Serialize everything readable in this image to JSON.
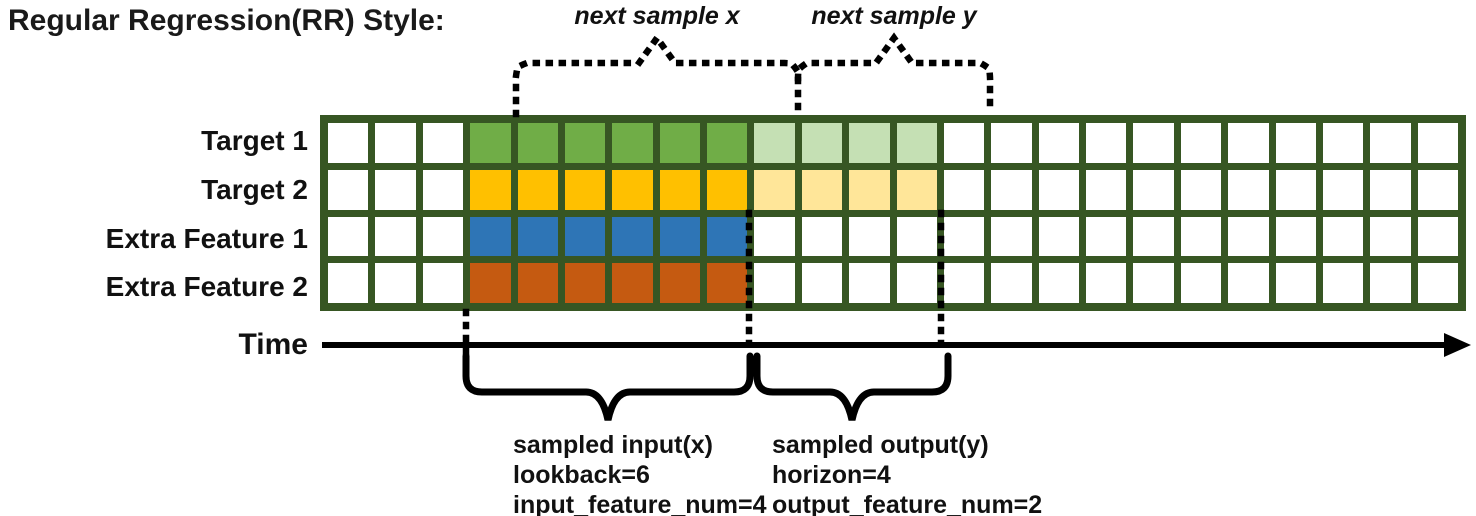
{
  "title": "Regular Regression(RR) Style:",
  "annotations": {
    "next_sample_x": "next sample x",
    "next_sample_y": "next sample y",
    "sampled_input": [
      "sampled input(x)",
      "lookback=6",
      "input_feature_num=4"
    ],
    "sampled_output": [
      "sampled output(y)",
      "horizon=4",
      "output_feature_num=2"
    ]
  },
  "time_axis_label": "Time",
  "colors": {
    "grid_line": "#375623",
    "empty_cell": "#ffffff",
    "annotation_black": "#000000",
    "input_target1_green": "#70AD47",
    "input_target2_gold": "#FFC000",
    "input_extra1_blue": "#2E75B6",
    "input_extra2_orange": "#C55A11",
    "output_target1_light_green": "#C5E0B4",
    "output_target2_light_gold": "#FFE699"
  },
  "grid": {
    "columns": 24,
    "input_start_col": 3,
    "input_cols": 6,
    "output_cols": 4,
    "rows": [
      {
        "label": "Target 1",
        "input_color": "#70AD47",
        "has_output": true,
        "output_color": "#C5E0B4"
      },
      {
        "label": "Target 2",
        "input_color": "#FFC000",
        "has_output": true,
        "output_color": "#FFE699"
      },
      {
        "label": "Extra Feature 1",
        "input_color": "#2E75B6",
        "has_output": false,
        "output_color": null
      },
      {
        "label": "Extra Feature 2",
        "input_color": "#C55A11",
        "has_output": false,
        "output_color": null
      }
    ]
  }
}
